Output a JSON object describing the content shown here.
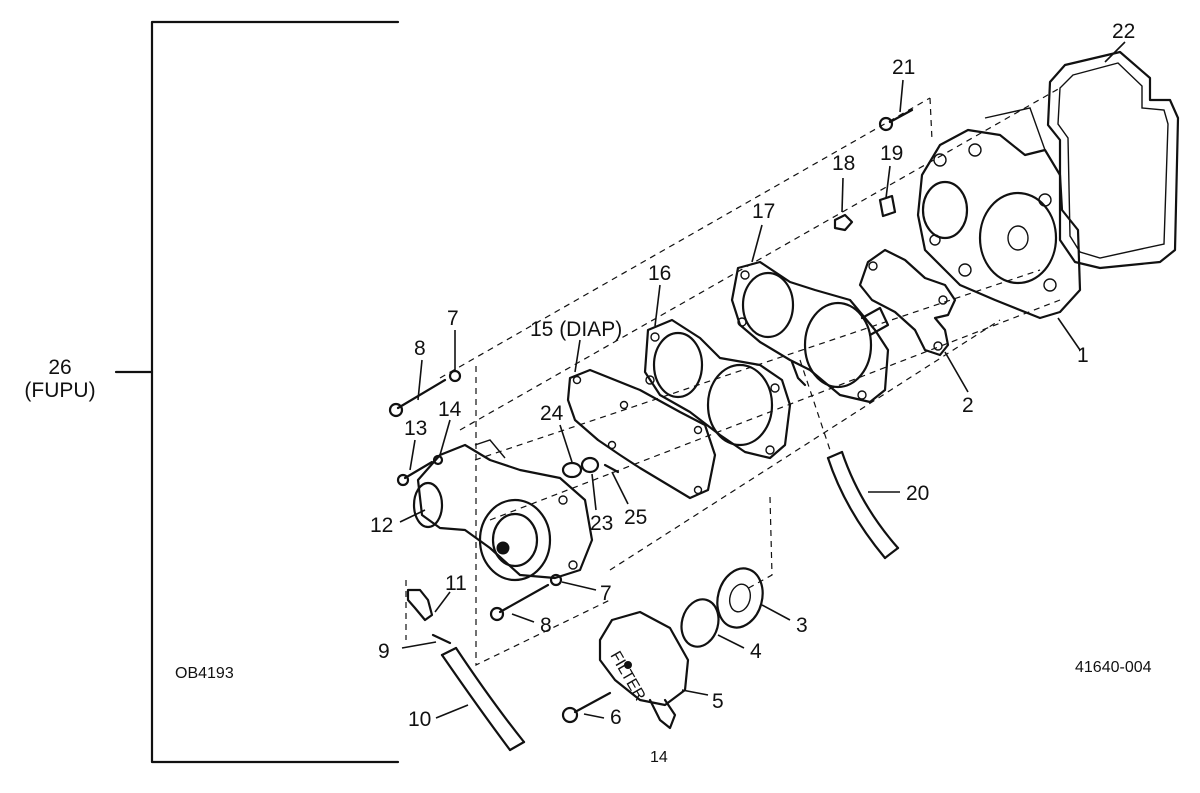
{
  "diagram": {
    "assembly_label": "26",
    "assembly_sublabel": "(FUPU)",
    "code_left": "OB4193",
    "code_right": "41640-004",
    "bottom_note": "14",
    "callouts": {
      "c1": "1",
      "c2": "2",
      "c3": "3",
      "c4": "4",
      "c5": "5",
      "c6": "6",
      "c7a": "7",
      "c7b": "7",
      "c8a": "8",
      "c8b": "8",
      "c9": "9",
      "c10": "10",
      "c11": "11",
      "c12": "12",
      "c13": "13",
      "c14": "14",
      "c15": "15 (DIAP)",
      "c16": "16",
      "c17": "17",
      "c18": "18",
      "c19": "19",
      "c20": "20",
      "c21": "21",
      "c22": "22",
      "c23": "23",
      "c24": "24",
      "c25": "25"
    },
    "filter_text": "FILTER"
  }
}
